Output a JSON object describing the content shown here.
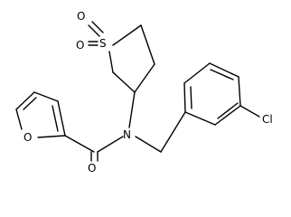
{
  "molecule": {
    "atoms": [
      {
        "id": "O1",
        "symbol": "O"
      },
      {
        "id": "O2",
        "symbol": "O"
      },
      {
        "id": "S",
        "symbol": "S"
      },
      {
        "id": "Ofur",
        "symbol": "O"
      },
      {
        "id": "N",
        "symbol": "N"
      },
      {
        "id": "Ocarb",
        "symbol": "O"
      },
      {
        "id": "Cl",
        "symbol": "Cl"
      }
    ],
    "colors": {
      "bond": "#000000",
      "label": "#000000",
      "background": "#ffffff"
    }
  }
}
